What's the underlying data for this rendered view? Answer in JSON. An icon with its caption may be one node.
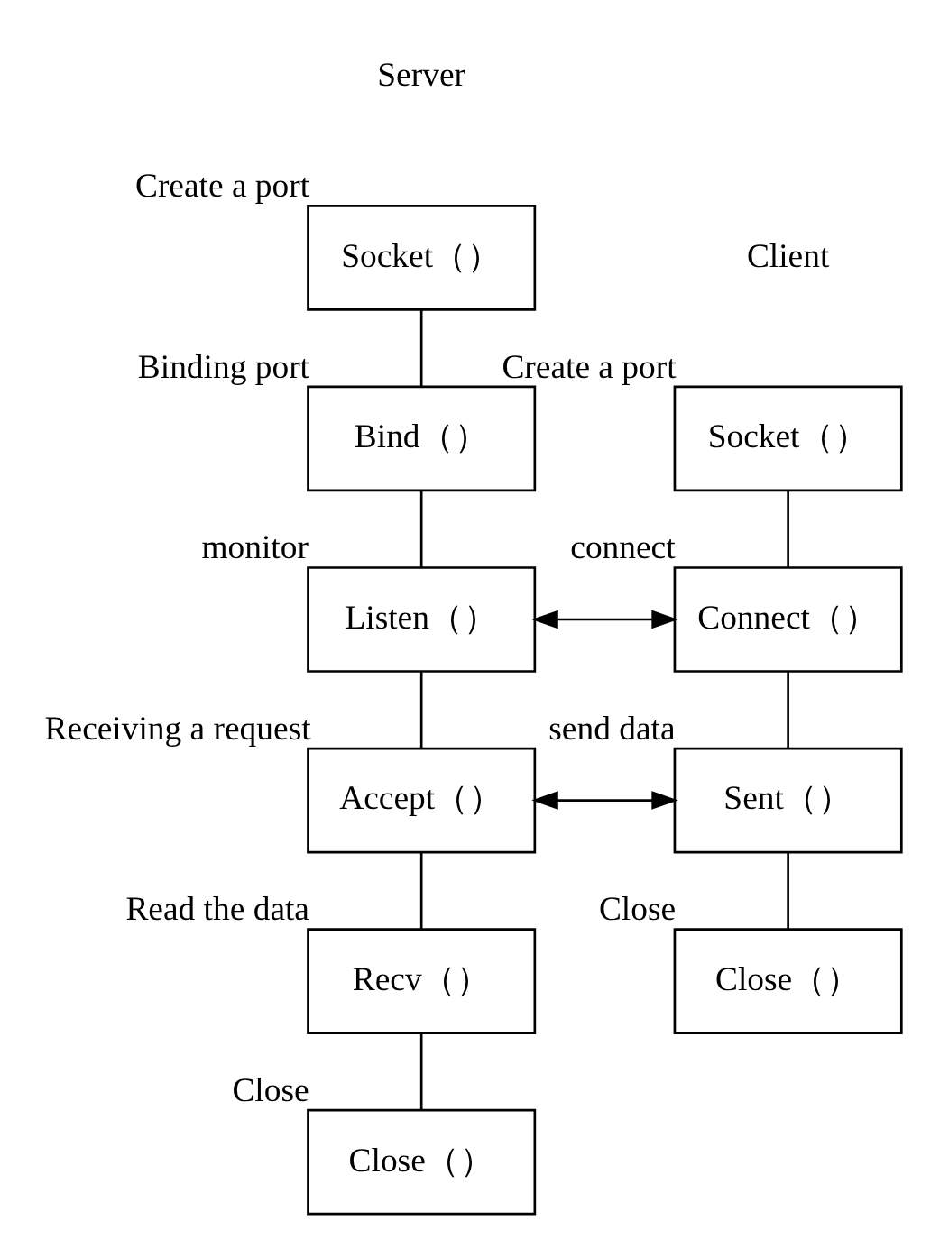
{
  "diagram": {
    "nodes": [
      {
        "text": [
          "Socket（）"
        ],
        "beside": [
          "Create a port"
        ]
      },
      {
        "text": [
          "Bind（）"
        ],
        "beside": [
          "Binding port"
        ]
      },
      {
        "text": [
          "Listen（）"
        ],
        "beside": [
          "monitor"
        ]
      },
      {
        "text": [
          "Accept（）"
        ],
        "beside": [
          "Receiving a request"
        ]
      },
      {
        "text": [
          "Recv（）"
        ],
        "beside": [
          "Read the data"
        ]
      },
      {
        "text": [
          "Close（）"
        ],
        "beside": [
          "Close"
        ]
      },
      {
        "text": [
          "Socket（）"
        ],
        "beside": [
          "Create a port"
        ]
      },
      {
        "text": [
          "Connect（）"
        ],
        "beside": [
          "connect"
        ]
      },
      {
        "text": [
          "Sent（）"
        ],
        "beside": [
          "send data"
        ]
      },
      {
        "text": [
          "Close（）"
        ],
        "beside": [
          "Close"
        ]
      }
    ],
    "edges": [
      {
        "from": 0,
        "to": 1,
        "arrow": "none"
      },
      {
        "from": 1,
        "to": 2,
        "arrow": "none"
      },
      {
        "from": 2,
        "to": 3,
        "arrow": "none"
      },
      {
        "from": 3,
        "to": 4,
        "arrow": "none"
      },
      {
        "from": 4,
        "to": 5,
        "arrow": "none"
      },
      {
        "from": 6,
        "to": 7,
        "arrow": "none"
      },
      {
        "from": 7,
        "to": 8,
        "arrow": "none"
      },
      {
        "from": 8,
        "to": 9,
        "arrow": "none"
      },
      {
        "from": 2,
        "to": 7,
        "arrow": "both"
      },
      {
        "from": 3,
        "to": 8,
        "arrow": "both"
      }
    ],
    "labels": [
      "Server",
      "Client"
    ]
  }
}
